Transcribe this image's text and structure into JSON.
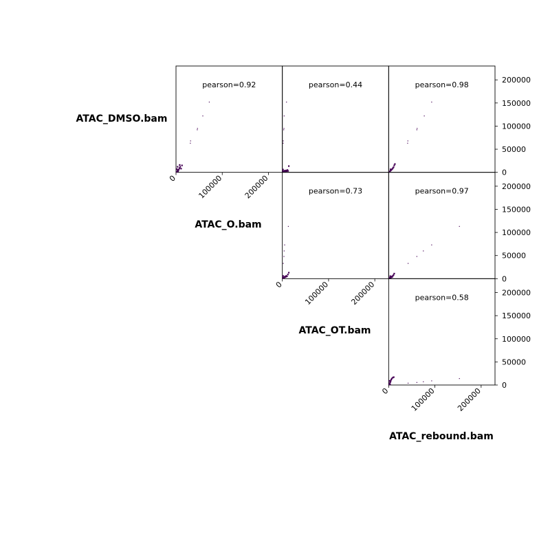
{
  "chart_data": {
    "type": "scatter",
    "title": "",
    "samples": [
      "ATAC_DMSO.bam",
      "ATAC_O.bam",
      "ATAC_OT.bam",
      "ATAC_rebound.bam"
    ],
    "axis_range": [
      0,
      230000
    ],
    "x_ticks": [
      "0",
      "100000",
      "200000"
    ],
    "y_ticks": [
      "0",
      "50000",
      "100000",
      "150000",
      "200000"
    ],
    "grid": false,
    "point_color": "#440154",
    "panels": [
      {
        "row": 0,
        "col": 1,
        "label": "pearson=0.92",
        "points": [
          [
            1500,
            1000
          ],
          [
            3000,
            3500
          ],
          [
            4500,
            2000
          ],
          [
            6000,
            6000
          ],
          [
            7500,
            9000
          ],
          [
            9000,
            12000
          ],
          [
            11000,
            8000
          ],
          [
            8000,
            16000
          ],
          [
            3500,
            12000
          ],
          [
            5000,
            5000
          ],
          [
            2000,
            7000
          ],
          [
            13000,
            15000
          ],
          [
            31000,
            63000
          ],
          [
            31500,
            68000
          ],
          [
            46000,
            92000
          ],
          [
            46500,
            95000
          ],
          [
            58000,
            122000
          ],
          [
            72000,
            152000
          ]
        ]
      },
      {
        "row": 0,
        "col": 2,
        "label": "pearson=0.44",
        "points": [
          [
            1000,
            1500
          ],
          [
            2000,
            2500
          ],
          [
            3500,
            2000
          ],
          [
            5000,
            3500
          ],
          [
            6500,
            1500
          ],
          [
            8000,
            4000
          ],
          [
            9500,
            2500
          ],
          [
            11000,
            5000
          ],
          [
            12500,
            3000
          ],
          [
            14000,
            13500
          ],
          [
            1500,
            6000
          ],
          [
            1800,
            63000
          ],
          [
            2000,
            68000
          ],
          [
            3000,
            92000
          ],
          [
            3500,
            95000
          ],
          [
            4000,
            122000
          ],
          [
            9000,
            152000
          ]
        ]
      },
      {
        "row": 0,
        "col": 3,
        "label": "pearson=0.98",
        "points": [
          [
            1500,
            1000
          ],
          [
            3000,
            2500
          ],
          [
            4500,
            4000
          ],
          [
            6000,
            5500
          ],
          [
            7500,
            7000
          ],
          [
            9000,
            9000
          ],
          [
            10500,
            11000
          ],
          [
            12000,
            15000
          ],
          [
            13500,
            18000
          ],
          [
            4000,
            6500
          ],
          [
            41000,
            63000
          ],
          [
            41500,
            68000
          ],
          [
            61000,
            92000
          ],
          [
            61500,
            95000
          ],
          [
            77000,
            122000
          ],
          [
            93000,
            152000
          ]
        ]
      },
      {
        "row": 1,
        "col": 2,
        "label": "pearson=0.73",
        "points": [
          [
            1000,
            1500
          ],
          [
            2500,
            3000
          ],
          [
            4000,
            2000
          ],
          [
            5500,
            4500
          ],
          [
            7000,
            3500
          ],
          [
            8500,
            6000
          ],
          [
            10000,
            5000
          ],
          [
            12000,
            9000
          ],
          [
            14000,
            13000
          ],
          [
            1500,
            6000
          ],
          [
            2000,
            33000
          ],
          [
            3500,
            48000
          ],
          [
            4000,
            60000
          ],
          [
            5000,
            73000
          ],
          [
            13000,
            113000
          ]
        ]
      },
      {
        "row": 1,
        "col": 3,
        "label": "pearson=0.97",
        "points": [
          [
            1500,
            1000
          ],
          [
            3000,
            2500
          ],
          [
            4500,
            2000
          ],
          [
            6000,
            4500
          ],
          [
            7500,
            3500
          ],
          [
            9000,
            6000
          ],
          [
            10500,
            8000
          ],
          [
            12000,
            11000
          ],
          [
            3500,
            5500
          ],
          [
            42000,
            33000
          ],
          [
            61000,
            48000
          ],
          [
            75000,
            60000
          ],
          [
            93000,
            73000
          ],
          [
            153000,
            113000
          ]
        ]
      },
      {
        "row": 2,
        "col": 3,
        "label": "pearson=0.58",
        "points": [
          [
            1000,
            2000
          ],
          [
            2000,
            4000
          ],
          [
            3500,
            6000
          ],
          [
            4500,
            9000
          ],
          [
            5500,
            12000
          ],
          [
            7000,
            14000
          ],
          [
            9000,
            16000
          ],
          [
            11000,
            17000
          ],
          [
            3000,
            1500
          ],
          [
            1500,
            9000
          ],
          [
            42000,
            4000
          ],
          [
            61000,
            5500
          ],
          [
            75000,
            7000
          ],
          [
            93000,
            9000
          ],
          [
            153000,
            14000
          ]
        ]
      }
    ]
  }
}
